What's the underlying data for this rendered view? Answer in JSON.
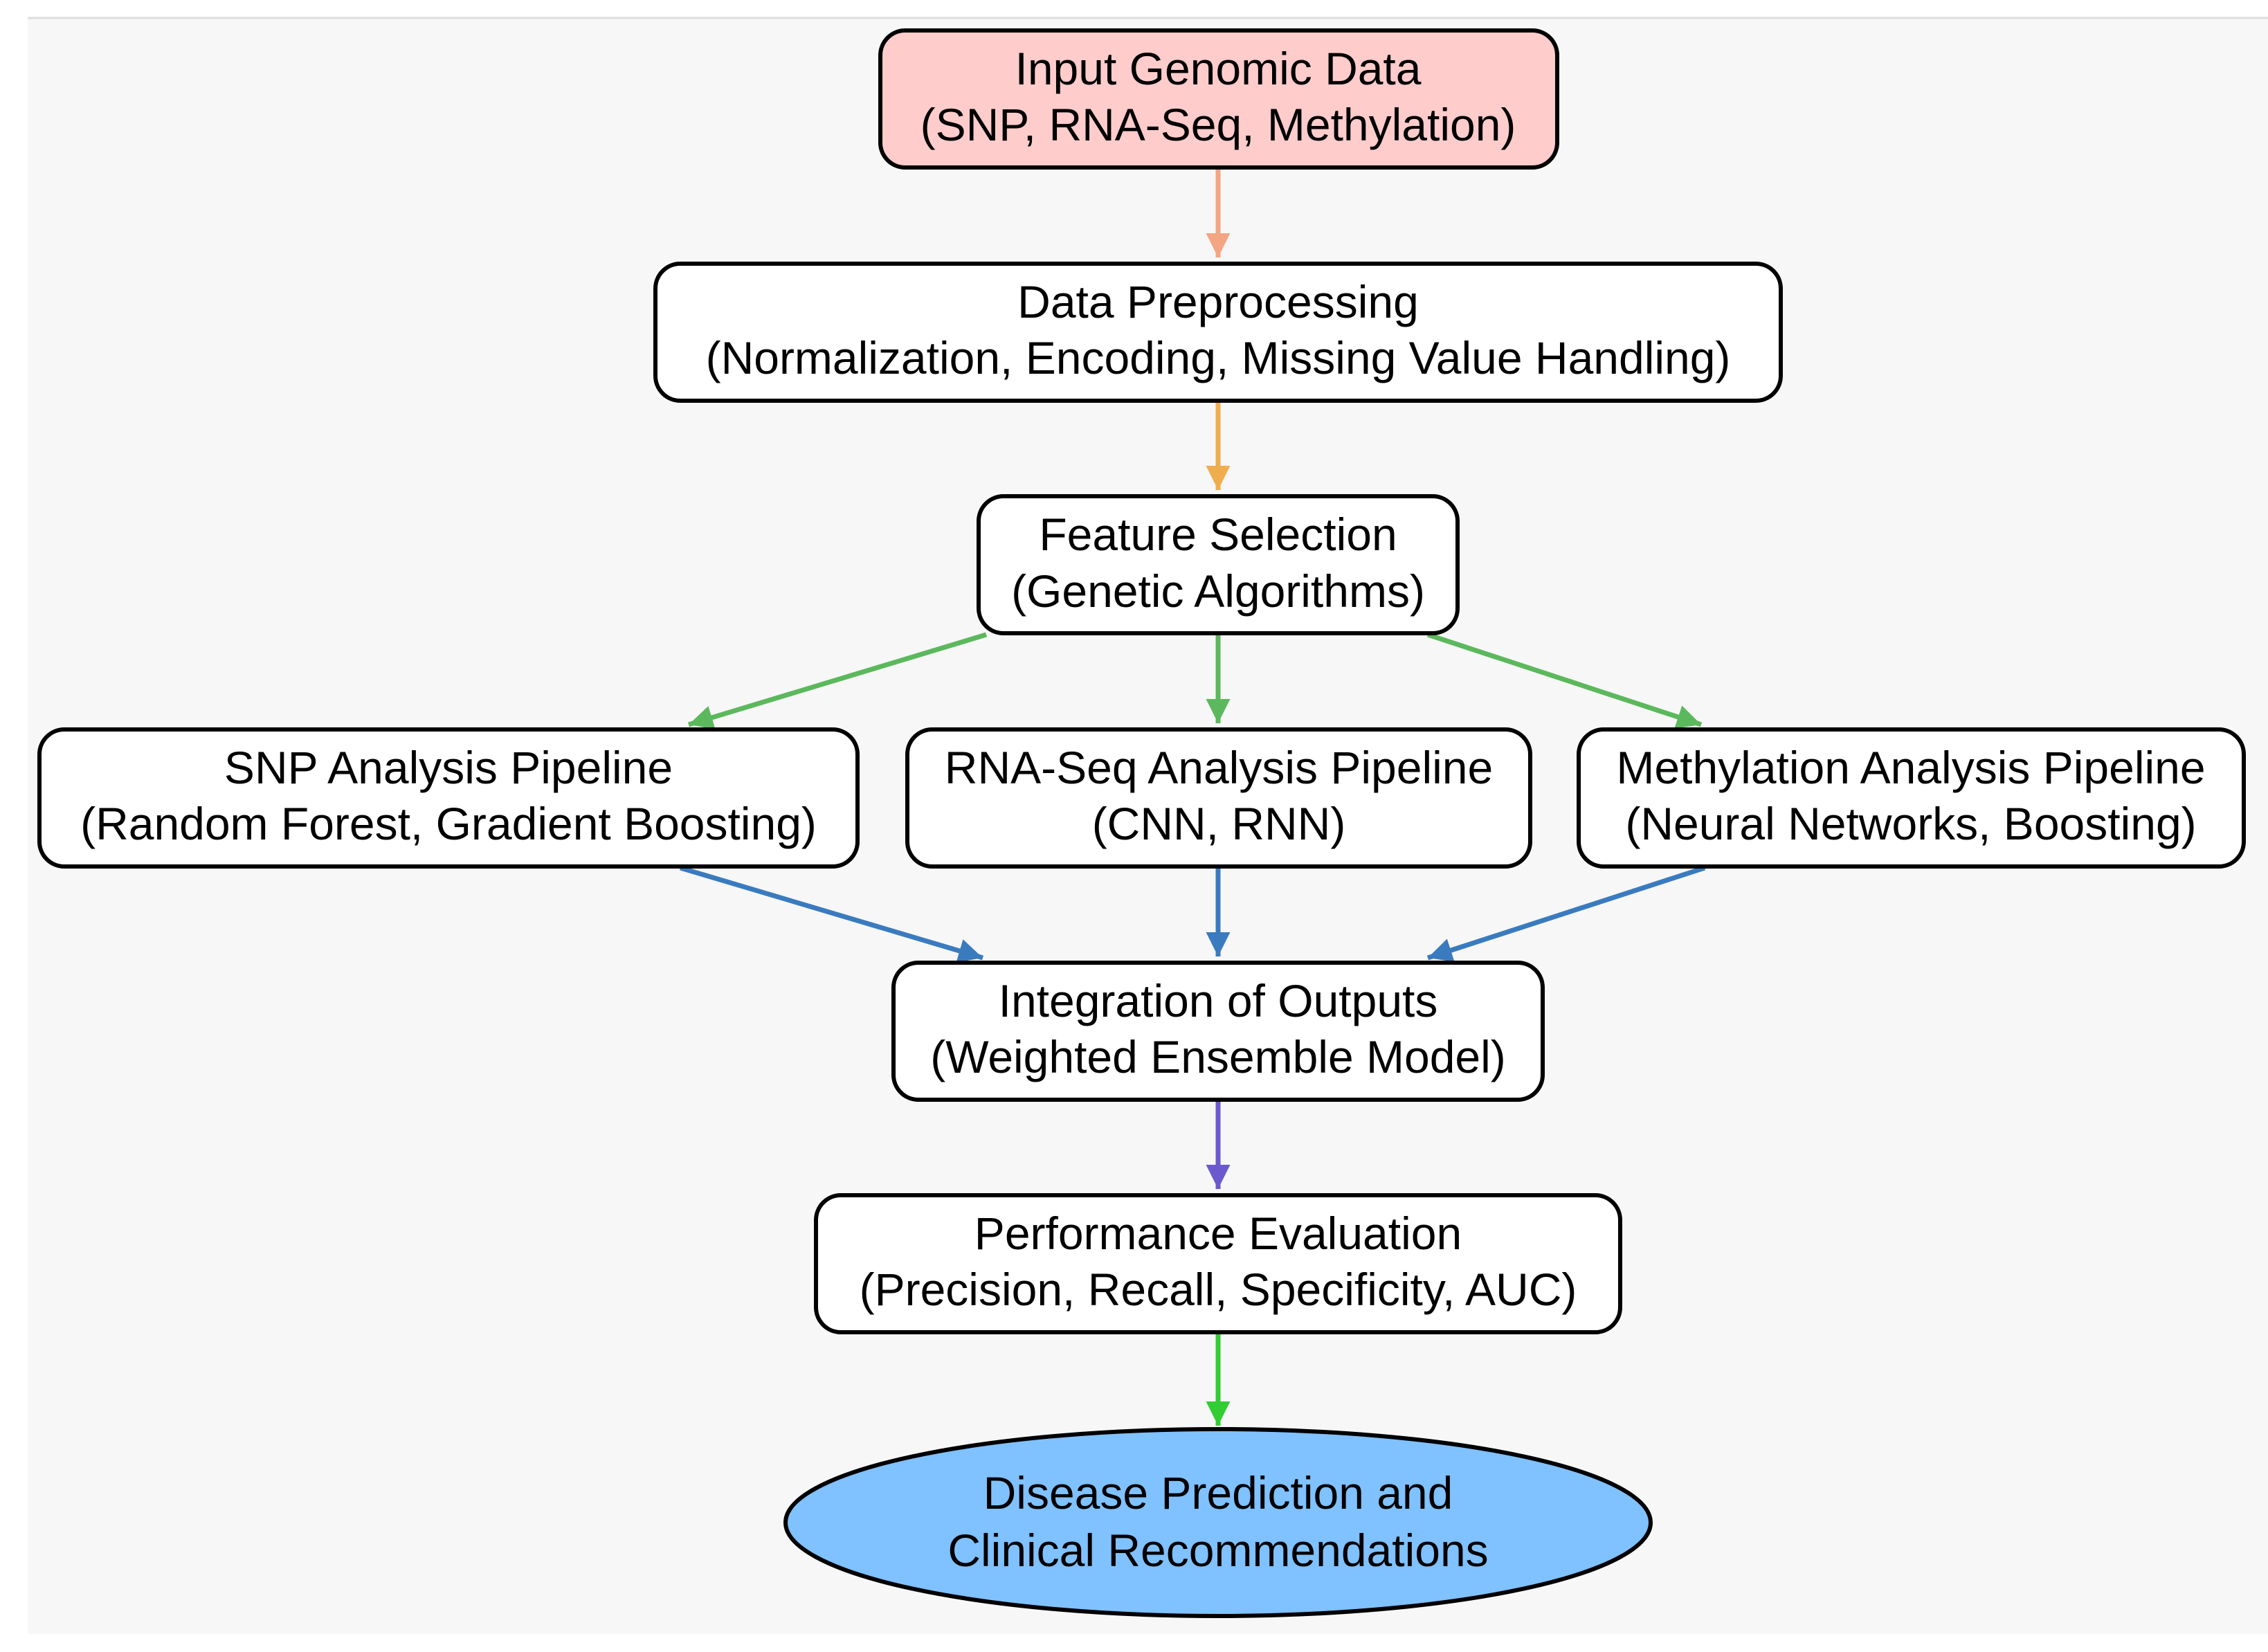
{
  "colors": {
    "page_background": "#ffffff",
    "canvas_background": "#f7f7f7",
    "node_fill_default": "#ffffff",
    "node_stroke": "#000000",
    "input_fill": "#ffcccc",
    "output_fill": "#80c1ff",
    "edge_input_to_preprocessing": "#f4a582",
    "edge_preprocessing_to_feature": "#f0ad4e",
    "edge_feature_to_pipelines": "#5cb85c",
    "edge_pipelines_to_integration": "#3a7bbf",
    "edge_integration_to_evaluation": "#6a5acd",
    "edge_evaluation_to_output": "#33cc33"
  },
  "nodes": {
    "input": {
      "line1": "Input Genomic Data",
      "line2": "(SNP, RNA-Seq, Methylation)"
    },
    "preprocessing": {
      "line1": "Data Preprocessing",
      "line2": "(Normalization, Encoding, Missing Value Handling)"
    },
    "feature_selection": {
      "line1": "Feature Selection",
      "line2": "(Genetic Algorithms)"
    },
    "snp_pipeline": {
      "line1": "SNP Analysis Pipeline",
      "line2": "(Random Forest, Gradient Boosting)"
    },
    "rnaseq_pipeline": {
      "line1": "RNA-Seq Analysis Pipeline",
      "line2": "(CNN, RNN)"
    },
    "methylation_pipeline": {
      "line1": "Methylation Analysis Pipeline",
      "line2": "(Neural Networks, Boosting)"
    },
    "integration": {
      "line1": "Integration of Outputs",
      "line2": "(Weighted Ensemble Model)"
    },
    "evaluation": {
      "line1": "Performance Evaluation",
      "line2": "(Precision, Recall, Specificity, AUC)"
    },
    "output": {
      "line1": "Disease Prediction and",
      "line2": "Clinical Recommendations"
    }
  }
}
